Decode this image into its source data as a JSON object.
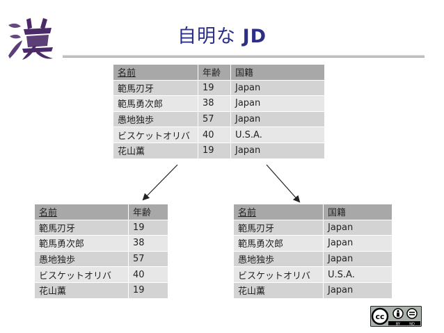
{
  "slide": {
    "title": "自明な",
    "title_emphasis": "JD",
    "logo_char": "漢"
  },
  "top_table": {
    "headers": [
      "名前",
      "年齢",
      "国籍"
    ],
    "rows": [
      [
        "範馬刃牙",
        "19",
        "Japan"
      ],
      [
        "範馬勇次郎",
        "38",
        "Japan"
      ],
      [
        "愚地独歩",
        "57",
        "Japan"
      ],
      [
        "ビスケットオリバ",
        "40",
        "U.S.A."
      ],
      [
        "花山薫",
        "19",
        "Japan"
      ]
    ]
  },
  "left_table": {
    "headers": [
      "名前",
      "年齢"
    ],
    "rows": [
      [
        "範馬刃牙",
        "19"
      ],
      [
        "範馬勇次郎",
        "38"
      ],
      [
        "愚地独歩",
        "57"
      ],
      [
        "ビスケットオリバ",
        "40"
      ],
      [
        "花山薫",
        "19"
      ]
    ]
  },
  "right_table": {
    "headers": [
      "名前",
      "国籍"
    ],
    "rows": [
      [
        "範馬刃牙",
        "Japan"
      ],
      [
        "範馬勇次郎",
        "Japan"
      ],
      [
        "愚地独歩",
        "Japan"
      ],
      [
        "ビスケットオリバ",
        "U.S.A."
      ],
      [
        "花山薫",
        "Japan"
      ]
    ]
  },
  "license": {
    "cc": "cc",
    "by": "BY",
    "nd": "ND"
  },
  "colors": {
    "title": "#2b2f86",
    "logo": "#4a2a68",
    "header_bg": "#a8a8a8",
    "row_light": "#e7e7e7",
    "row_dark": "#d3d3d3"
  }
}
